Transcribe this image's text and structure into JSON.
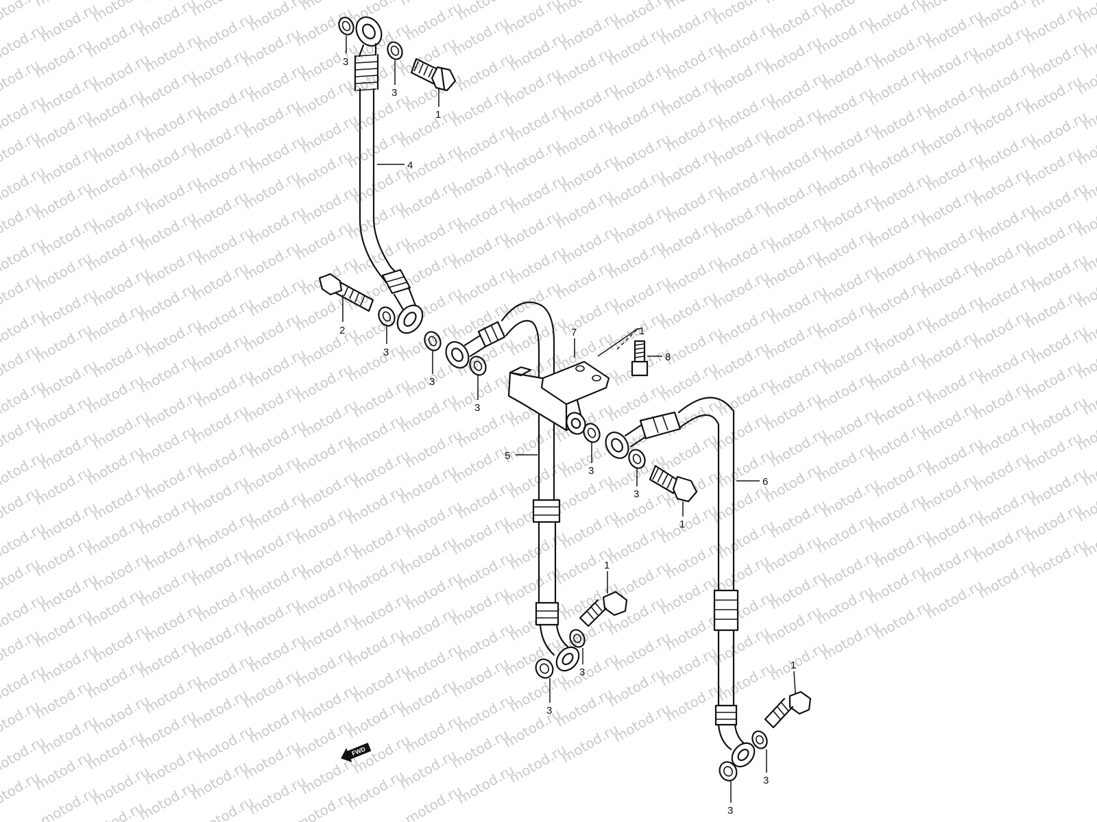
{
  "watermark": {
    "text": "motod.ru"
  },
  "direction_marker": {
    "label": "FWD"
  },
  "callouts": [
    {
      "id": "c-3a",
      "label": "3"
    },
    {
      "id": "c-3b",
      "label": "3"
    },
    {
      "id": "c-1a",
      "label": "1"
    },
    {
      "id": "c-4",
      "label": "4"
    },
    {
      "id": "c-2",
      "label": "2"
    },
    {
      "id": "c-3c",
      "label": "3"
    },
    {
      "id": "c-3d",
      "label": "3"
    },
    {
      "id": "c-3e",
      "label": "3"
    },
    {
      "id": "c-7",
      "label": "7"
    },
    {
      "id": "c-8",
      "label": "8"
    },
    {
      "id": "c-5",
      "label": "5"
    },
    {
      "id": "c-3f",
      "label": "3"
    },
    {
      "id": "c-3g",
      "label": "3"
    },
    {
      "id": "c-1b",
      "label": "1"
    },
    {
      "id": "c-6",
      "label": "6"
    },
    {
      "id": "c-1c",
      "label": "1"
    },
    {
      "id": "c-3h",
      "label": "3"
    },
    {
      "id": "c-3i",
      "label": "3"
    },
    {
      "id": "c-1d",
      "label": "1"
    },
    {
      "id": "c-3j",
      "label": "3"
    },
    {
      "id": "c-3k",
      "label": "3"
    }
  ]
}
